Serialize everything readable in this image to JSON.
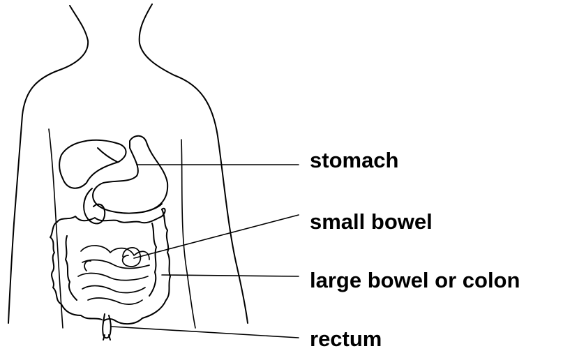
{
  "labels": {
    "stomach": "stomach",
    "small_bowel": "small bowel",
    "large_bowel": "large bowel or colon",
    "rectum": "rectum"
  },
  "colors": {
    "ink": "#000000",
    "background": "#ffffff"
  }
}
